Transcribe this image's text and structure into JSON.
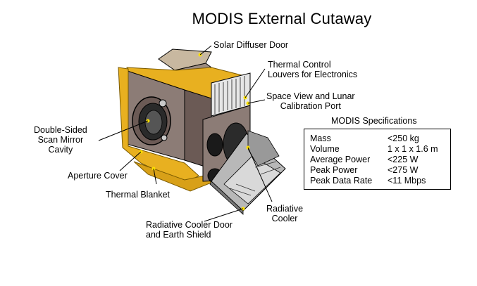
{
  "title": "MODIS External Cutaway",
  "labels": {
    "solar_diffuser_door": "Solar Diffuser Door",
    "thermal_control_louvers": "Thermal Control\nLouvers for Electronics",
    "space_view_port": "Space View and Lunar\nCalibration Port",
    "scan_mirror_cavity": "Double-Sided\nScan Mirror\nCavity",
    "aperture_cover": "Aperture Cover",
    "thermal_blanket": "Thermal Blanket",
    "radiative_cooler": "Radiative\nCooler",
    "radiative_cooler_door": "Radiative Cooler Door\nand Earth Shield"
  },
  "specs": {
    "title": "MODIS Specifications",
    "rows": [
      {
        "name": "Mass",
        "value": "<250 kg"
      },
      {
        "name": "Volume",
        "value": "1 x 1 x 1.6 m"
      },
      {
        "name": "Average Power",
        "value": "<225 W"
      },
      {
        "name": "Peak Power",
        "value": "<275 W"
      },
      {
        "name": "Peak Data Rate",
        "value": "<11 Mbps"
      }
    ]
  },
  "colors": {
    "blanket": "#e8b020",
    "body_dark": "#6b5a55",
    "body_mid": "#8c7c76",
    "body_light": "#b8aaa2",
    "grey_light": "#d4d4d4",
    "grey_mid": "#a8a8a8"
  }
}
